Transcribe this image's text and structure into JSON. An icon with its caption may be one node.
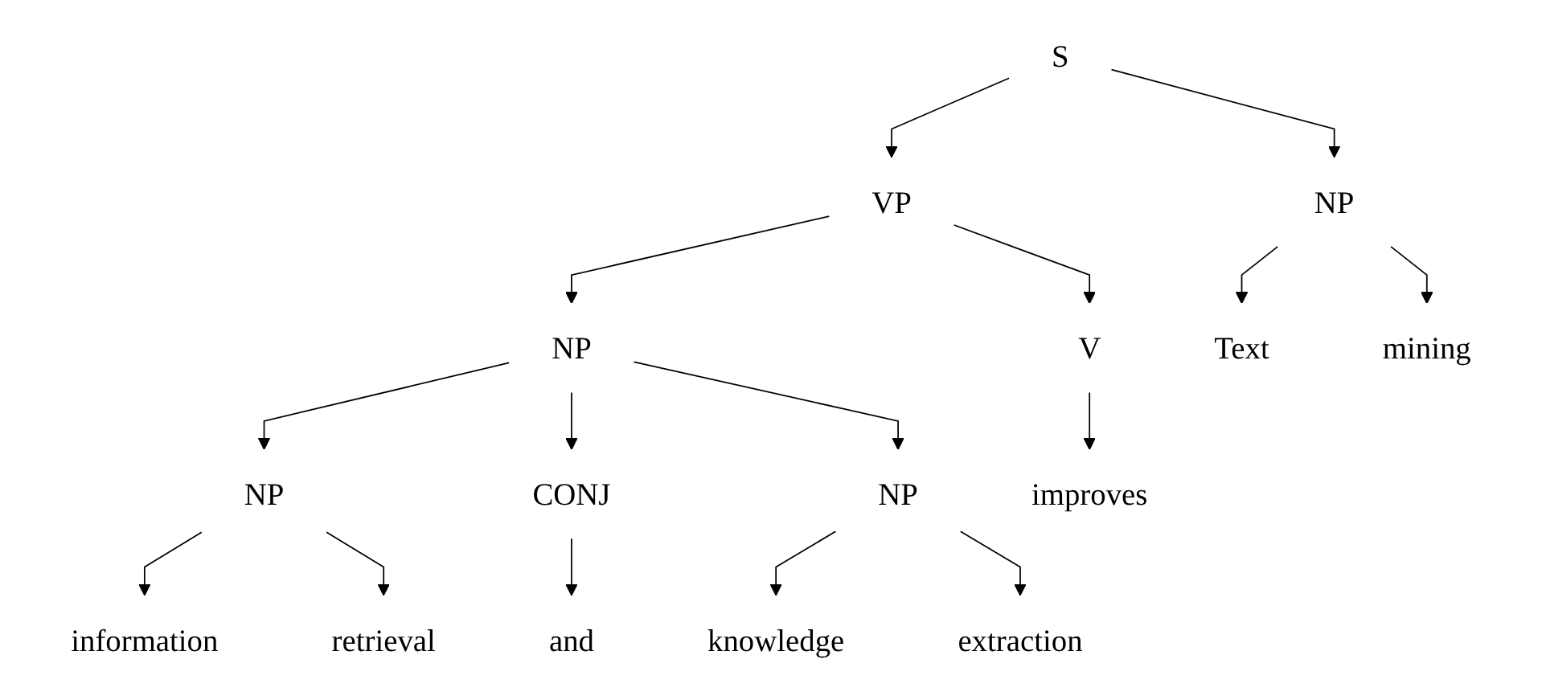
{
  "diagram": {
    "nodes": [
      {
        "text": [
          "S"
        ]
      },
      {
        "text": [
          "NP"
        ]
      },
      {
        "text": [
          "VP"
        ]
      },
      {
        "text": [
          "V"
        ]
      },
      {
        "text": [
          "NP"
        ]
      },
      {
        "text": [
          "NP"
        ]
      },
      {
        "text": [
          "CONJ"
        ]
      },
      {
        "text": [
          "NP"
        ]
      },
      {
        "text": [
          "Text"
        ]
      },
      {
        "text": [
          "mining"
        ]
      },
      {
        "text": [
          "improves"
        ]
      },
      {
        "text": [
          "information"
        ]
      },
      {
        "text": [
          "retrieval"
        ]
      },
      {
        "text": [
          "and"
        ]
      },
      {
        "text": [
          "knowledge"
        ]
      },
      {
        "text": [
          "extraction"
        ]
      }
    ],
    "edges": [
      {
        "from": 0,
        "to": 1,
        "arrow": "to"
      },
      {
        "from": 0,
        "to": 2,
        "arrow": "to"
      },
      {
        "from": 1,
        "to": 8,
        "arrow": "to"
      },
      {
        "from": 1,
        "to": 9,
        "arrow": "to"
      },
      {
        "from": 2,
        "to": 3,
        "arrow": "to"
      },
      {
        "from": 2,
        "to": 4,
        "arrow": "to"
      },
      {
        "from": 3,
        "to": 10,
        "arrow": "to"
      },
      {
        "from": 4,
        "to": 5,
        "arrow": "to"
      },
      {
        "from": 4,
        "to": 6,
        "arrow": "to"
      },
      {
        "from": 4,
        "to": 7,
        "arrow": "to"
      },
      {
        "from": 5,
        "to": 11,
        "arrow": "to"
      },
      {
        "from": 5,
        "to": 12,
        "arrow": "to"
      },
      {
        "from": 6,
        "to": 13,
        "arrow": "to"
      },
      {
        "from": 7,
        "to": 14,
        "arrow": "to"
      },
      {
        "from": 7,
        "to": 15,
        "arrow": "to"
      }
    ]
  }
}
